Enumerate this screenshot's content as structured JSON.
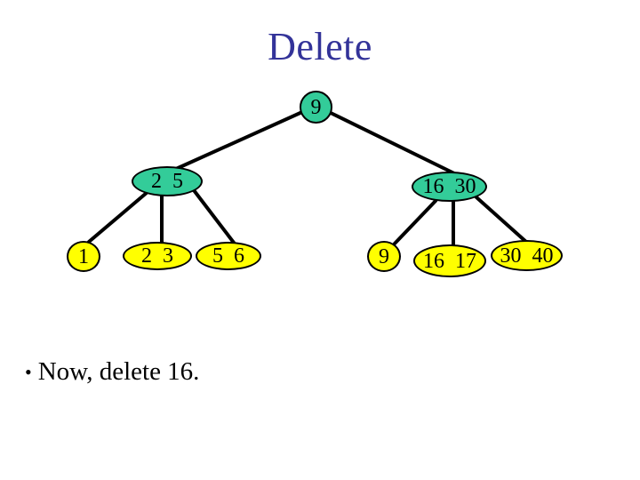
{
  "title": "Delete",
  "bullet": {
    "marker": "•",
    "text": "Now, delete 16."
  },
  "tree": {
    "root": {
      "label": "9"
    },
    "internal": [
      {
        "label": "2  5"
      },
      {
        "label": "16  30"
      }
    ],
    "leaves": [
      {
        "label": "1"
      },
      {
        "label": "2  3"
      },
      {
        "label": "5  6"
      },
      {
        "label": "9"
      },
      {
        "label": "16  17"
      },
      {
        "label": "30  40"
      }
    ]
  },
  "colors": {
    "internal_node_fill": "#33cc99",
    "leaf_node_fill": "#ffff00",
    "node_border": "#000000",
    "edge": "#000000",
    "title_text": "#333399",
    "body_text": "#000000",
    "background": "#ffffff"
  }
}
